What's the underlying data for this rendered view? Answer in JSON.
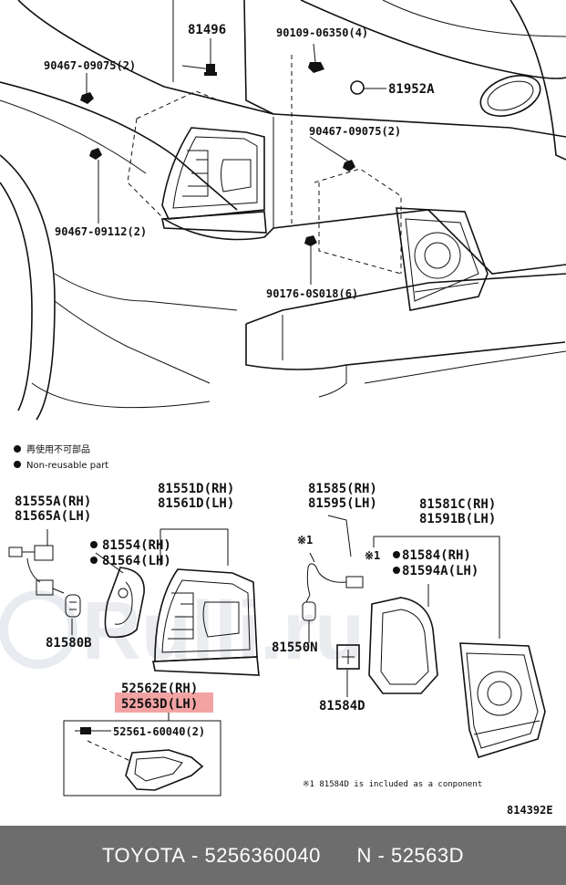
{
  "labels": {
    "p81496": "81496",
    "p90109": "90109-06350(4)",
    "p90467a": "90467-09075(2)",
    "p81952A": "81952A",
    "p90467b": "90467-09075(2)",
    "p90467c": "90467-09112(2)",
    "p90176": "90176-0S018(6)",
    "legend_jp": "再使用不可部品",
    "legend_en": "Non-reusable part",
    "p81555A": "81555A(RH)",
    "p81565A": "81565A(LH)",
    "p81551D": "81551D(RH)",
    "p81561D": "81561D(LH)",
    "p81554": "81554(RH)",
    "p81564": "81564(LH)",
    "p81585": "81585(RH)",
    "p81595": "81595(LH)",
    "p81581C": "81581C(RH)",
    "p81591B": "81591B(LH)",
    "mark1a": "※1",
    "mark1b": "※1",
    "p81584": "81584(RH)",
    "p81594A": "81594A(LH)",
    "p81580B": "81580B",
    "p81550N": "81550N",
    "p81584D": "81584D",
    "p52562E": "52562E(RH)",
    "p52563D": "52563D(LH)",
    "p52561": "52561-60040(2)",
    "footnote": "※1 81584D is included as a conponent",
    "diagram_id": "814392E"
  },
  "highlight_color": "#f4a3a3",
  "watermark": "Rulli.ru",
  "footer": {
    "brand": "TOYOTA",
    "sep1": " - ",
    "part_number": "5256360040",
    "gap": "      ",
    "n_label": "N",
    "sep2": " - ",
    "n_value": "52563D"
  }
}
